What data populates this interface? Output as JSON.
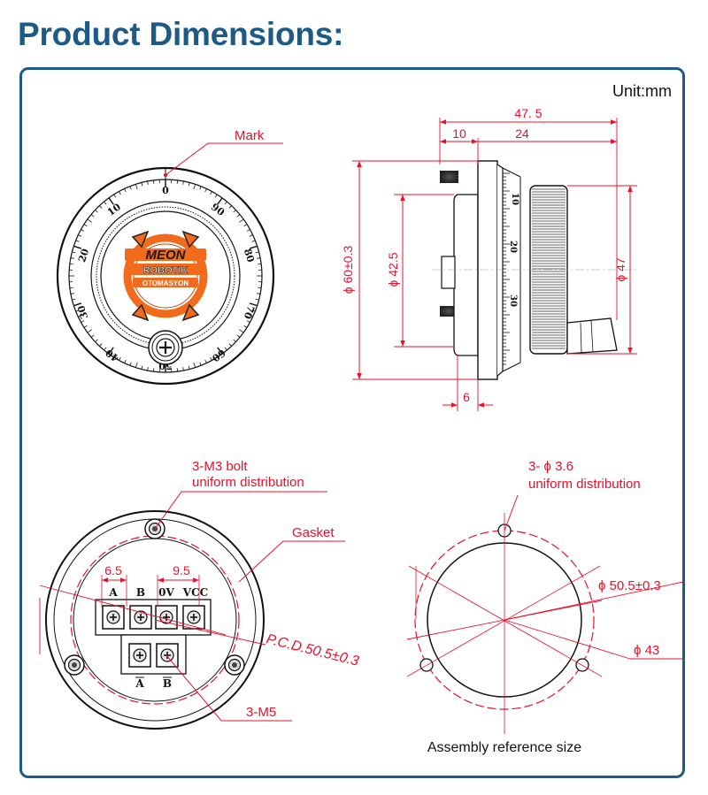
{
  "header": {
    "title": "Product Dimensions:"
  },
  "unit_label": "Unit:mm",
  "front_view": {
    "mark_label": "Mark",
    "dial_numbers": [
      "0",
      "10",
      "20",
      "30",
      "40",
      "50",
      "60",
      "70",
      "80",
      "90"
    ],
    "logo": {
      "line1": "MEON",
      "line2": "ROBOTIK",
      "line3": "OTOMASYON",
      "accent": "#f26a1b"
    }
  },
  "side_view": {
    "overall_length": "47. 5",
    "flange": "10",
    "knob_length": "24",
    "body_diameter": "ϕ 60±0.3",
    "boss_diameter": "ϕ 42.5",
    "knob_diameter": "ϕ 47",
    "boss_depth": "6",
    "scale_numbers": [
      "10",
      "20",
      "30"
    ]
  },
  "back_view": {
    "bolt_note_line1": "3-M3 bolt",
    "bolt_note_line2": "uniform distribution",
    "gasket_label": "Gasket",
    "pitch_a": "6.5",
    "pitch_b": "9.5",
    "terminals_top": [
      "A",
      "B",
      "0V",
      "VCC"
    ],
    "terminals_bottom": [
      "A",
      "B"
    ],
    "pcd_label": "P.C.D.50.5±0.3",
    "screw_label": "3-M5"
  },
  "assembly_view": {
    "hole_note_line1": "3- ϕ 3.6",
    "hole_note_line2": "uniform distribution",
    "bolt_circle": "ϕ 50.5±0.3",
    "cutout": "ϕ 43",
    "caption": "Assembly reference size"
  },
  "colors": {
    "title": "#1d5a86",
    "frame": "#1d5a86",
    "dimension": "#e8102a",
    "line": "#111111"
  }
}
